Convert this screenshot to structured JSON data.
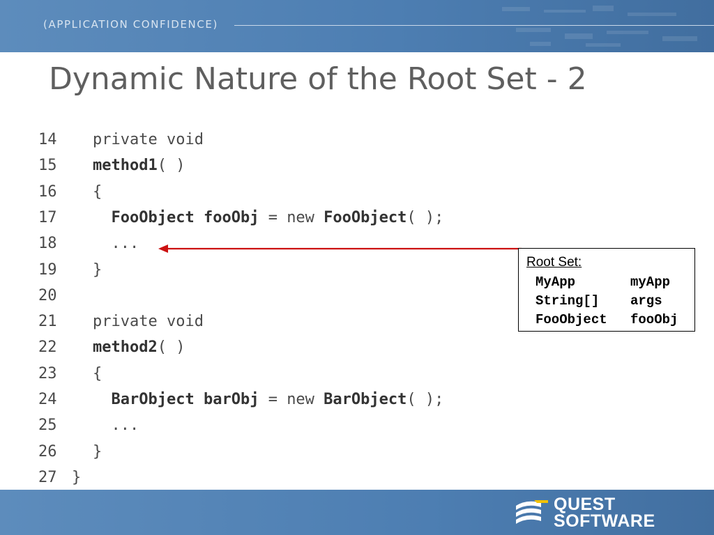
{
  "header": {
    "tagline": "(APPLICATION CONFIDENCE)"
  },
  "slide": {
    "title": "Dynamic Nature of the Root Set - 2"
  },
  "code_lines": [
    {
      "num": "14",
      "segments": [
        {
          "t": "private void",
          "b": false
        }
      ]
    },
    {
      "num": "15",
      "segments": [
        {
          "t": "method1",
          "b": true
        },
        {
          "t": "( )",
          "b": false
        }
      ]
    },
    {
      "num": "16",
      "segments": [
        {
          "t": "{",
          "b": false
        }
      ]
    },
    {
      "num": "17",
      "segments": [
        {
          "t": "  ",
          "b": false
        },
        {
          "t": "FooObject",
          "b": true
        },
        {
          "t": " ",
          "b": false
        },
        {
          "t": "fooObj",
          "b": true
        },
        {
          "t": " = new ",
          "b": false
        },
        {
          "t": "FooObject",
          "b": true
        },
        {
          "t": "( );",
          "b": false
        }
      ]
    },
    {
      "num": "18",
      "segments": [
        {
          "t": "  ...",
          "b": false
        }
      ]
    },
    {
      "num": "19",
      "segments": [
        {
          "t": "}",
          "b": false
        }
      ]
    },
    {
      "num": "20",
      "segments": []
    },
    {
      "num": "21",
      "segments": [
        {
          "t": "private void",
          "b": false
        }
      ]
    },
    {
      "num": "22",
      "segments": [
        {
          "t": "method2",
          "b": true
        },
        {
          "t": "( )",
          "b": false
        }
      ]
    },
    {
      "num": "23",
      "segments": [
        {
          "t": "{",
          "b": false
        }
      ]
    },
    {
      "num": "24",
      "segments": [
        {
          "t": "  ",
          "b": false
        },
        {
          "t": "BarObject",
          "b": true
        },
        {
          "t": " ",
          "b": false
        },
        {
          "t": "barObj",
          "b": true
        },
        {
          "t": " = new ",
          "b": false
        },
        {
          "t": "BarObject",
          "b": true
        },
        {
          "t": "( );",
          "b": false
        }
      ]
    },
    {
      "num": "25",
      "segments": [
        {
          "t": "  ...",
          "b": false
        }
      ]
    },
    {
      "num": "26",
      "segments": [
        {
          "t": "}",
          "b": false
        }
      ]
    },
    {
      "num": "27",
      "segments": [
        {
          "t": "}",
          "b": false
        }
      ]
    }
  ],
  "root_set": {
    "label": "Root Set:",
    "rows": [
      {
        "type": "MyApp",
        "name": "myApp"
      },
      {
        "type": "String[]",
        "name": "args"
      },
      {
        "type": "FooObject",
        "name": "fooObj"
      }
    ]
  },
  "footer": {
    "logo_line1": "QUEST",
    "logo_line2": "SOFTWARE"
  },
  "colors": {
    "header_blue": "#4d7eb2",
    "arrow_red": "#cc1111",
    "title_gray": "#5f5f5f"
  }
}
